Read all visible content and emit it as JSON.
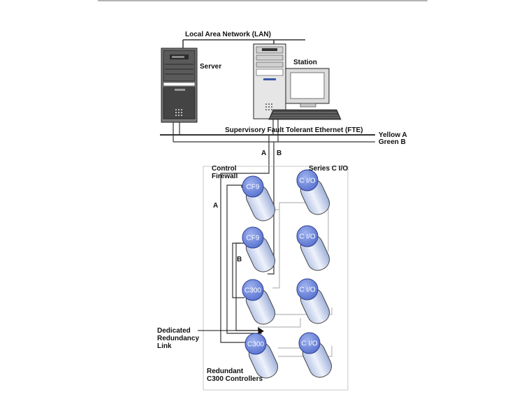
{
  "network": {
    "lan_label": "Local Area Network (LAN)",
    "fte_label": "Supervisory Fault Tolerant Ethernet (FTE)",
    "yellow_a_label": "Yellow A",
    "green_b_label": "Green B",
    "cable_a_label": "A",
    "cable_b_label": "B"
  },
  "devices": {
    "server_label": "Server",
    "station_label": "Station"
  },
  "cabinet": {
    "control_firewall_label_line1": "Control",
    "control_firewall_label_line2": "Firewall",
    "series_c_io_label": "Series C I/O",
    "loop_a_label": "A",
    "loop_b_label": "B",
    "redundancy_label_line1": "Dedicated",
    "redundancy_label_line2": "Redundancy",
    "redundancy_label_line3": "Link",
    "controllers_label_line1": "Redundant",
    "controllers_label_line2": "C300 Controllers",
    "modules": [
      {
        "label": "CF9"
      },
      {
        "label": "CF9"
      },
      {
        "label": "C300"
      },
      {
        "label": "C300"
      },
      {
        "label": "C I/O"
      },
      {
        "label": "C I/O"
      },
      {
        "label": "C I/O"
      },
      {
        "label": "C I/O"
      }
    ]
  },
  "colors": {
    "module_head": "#6f86d8",
    "module_body": "#dfe6f5",
    "redundancy_link": "#e03030",
    "io_link": "#b8b8b8"
  }
}
